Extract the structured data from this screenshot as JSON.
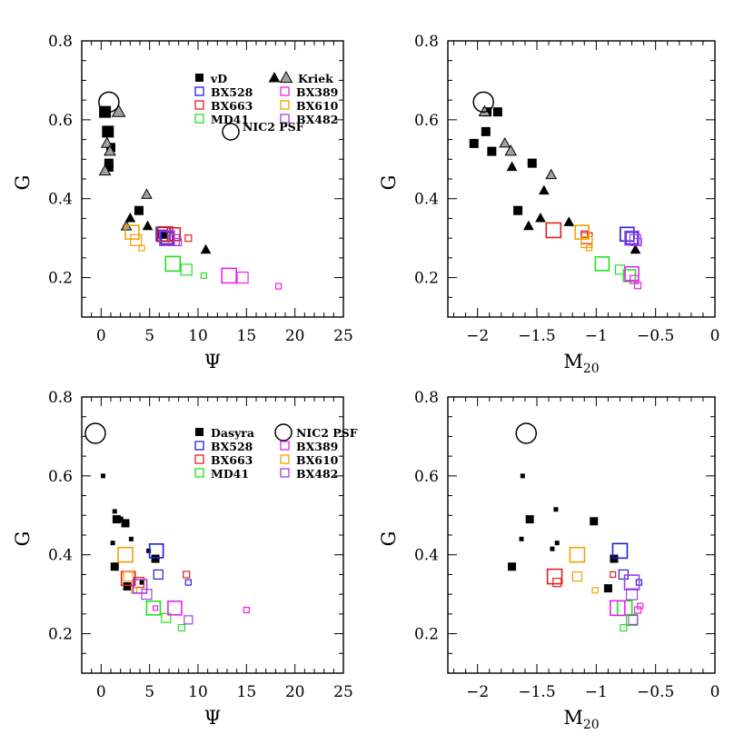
{
  "colors": {
    "vD": "#000000",
    "Dasyra": "#000000",
    "Kriek_filled": "#000000",
    "Kriek_grey": "#a0a0a0",
    "BX528": "#1f1fdc",
    "BX663": "#e02020",
    "MD41": "#20e020",
    "BX389": "#ee20ee",
    "BX610": "#f5a000",
    "BX482": "#a040e0"
  },
  "chart_data": [
    {
      "type": "scatter",
      "xlabel": "Ψ",
      "ylabel": "G",
      "xlim": [
        -2,
        25
      ],
      "ylim": [
        0.1,
        0.8
      ],
      "xticks": [
        0,
        5,
        10,
        15,
        20,
        25
      ],
      "yticks": [
        0.2,
        0.4,
        0.6,
        0.8
      ],
      "legend_position": "top-right",
      "legend": [
        "vD",
        "Kriek",
        "BX528",
        "BX389",
        "BX663",
        "BX610",
        "MD41",
        "BX482",
        "NIC2 PSF"
      ],
      "series": [
        {
          "name": "vD",
          "marker": "filled-square",
          "points": [
            [
              0.4,
              0.62
            ],
            [
              0.7,
              0.57
            ],
            [
              0.8,
              0.48
            ],
            [
              0.8,
              0.49
            ],
            [
              3.9,
              0.37
            ],
            [
              6.3,
              0.31
            ],
            [
              1.0,
              0.53
            ]
          ]
        },
        {
          "name": "Kriek",
          "marker": "triangle",
          "points": [
            [
              1.8,
              0.62
            ],
            [
              0.6,
              0.54
            ],
            [
              0.9,
              0.52
            ],
            [
              0.4,
              0.47
            ],
            [
              2.6,
              0.33
            ],
            [
              3.0,
              0.35
            ],
            [
              4.7,
              0.41
            ],
            [
              4.8,
              0.33
            ],
            [
              10.8,
              0.27
            ]
          ]
        },
        {
          "name": "BX528",
          "marker": "open-square",
          "points": [
            [
              6.4,
              0.31
            ],
            [
              6.8,
              0.3
            ]
          ]
        },
        {
          "name": "BX663",
          "marker": "open-square",
          "points": [
            [
              6.6,
              0.31
            ],
            [
              7.5,
              0.31
            ],
            [
              9.0,
              0.3
            ]
          ]
        },
        {
          "name": "MD41",
          "marker": "open-square",
          "points": [
            [
              7.4,
              0.235
            ],
            [
              8.8,
              0.22
            ],
            [
              10.6,
              0.205
            ]
          ]
        },
        {
          "name": "BX389",
          "marker": "open-square",
          "points": [
            [
              13.2,
              0.205
            ],
            [
              14.6,
              0.2
            ],
            [
              18.3,
              0.178
            ]
          ]
        },
        {
          "name": "BX610",
          "marker": "open-square",
          "points": [
            [
              3.2,
              0.315
            ],
            [
              3.6,
              0.295
            ],
            [
              4.2,
              0.275
            ]
          ]
        },
        {
          "name": "BX482",
          "marker": "open-square",
          "points": [
            [
              6.8,
              0.3
            ],
            [
              7.5,
              0.295
            ],
            [
              7.9,
              0.29
            ]
          ]
        },
        {
          "name": "NIC2 PSF",
          "marker": "open-circle",
          "points": [
            [
              0.8,
              0.645
            ]
          ]
        }
      ]
    },
    {
      "type": "scatter",
      "xlabel": "M20",
      "ylabel": "G",
      "xlim": [
        -2.25,
        0
      ],
      "ylim": [
        0.1,
        0.8
      ],
      "xticks": [
        -2,
        -1.5,
        -1,
        -0.5,
        0
      ],
      "yticks": [
        0.2,
        0.4,
        0.6,
        0.8
      ],
      "series": [
        {
          "name": "vD",
          "marker": "filled-square",
          "points": [
            [
              -2.03,
              0.54
            ],
            [
              -1.93,
              0.57
            ],
            [
              -1.83,
              0.62
            ],
            [
              -1.88,
              0.52
            ],
            [
              -1.54,
              0.49
            ],
            [
              -1.66,
              0.37
            ],
            [
              -1.92,
              0.62
            ]
          ]
        },
        {
          "name": "Kriek",
          "marker": "triangle",
          "points": [
            [
              -1.94,
              0.62
            ],
            [
              -1.77,
              0.54
            ],
            [
              -1.72,
              0.52
            ],
            [
              -1.71,
              0.48
            ],
            [
              -1.47,
              0.35
            ],
            [
              -1.57,
              0.33
            ],
            [
              -1.44,
              0.42
            ],
            [
              -1.23,
              0.34
            ],
            [
              -1.38,
              0.46
            ],
            [
              -0.67,
              0.27
            ]
          ]
        },
        {
          "name": "BX528",
          "marker": "open-square",
          "points": [
            [
              -0.74,
              0.31
            ],
            [
              -0.7,
              0.3
            ]
          ]
        },
        {
          "name": "BX663",
          "marker": "open-square",
          "points": [
            [
              -1.36,
              0.32
            ],
            [
              -1.1,
              0.31
            ],
            [
              -1.08,
              0.3
            ]
          ]
        },
        {
          "name": "MD41",
          "marker": "open-square",
          "points": [
            [
              -0.95,
              0.235
            ],
            [
              -0.8,
              0.22
            ],
            [
              -0.72,
              0.205
            ]
          ]
        },
        {
          "name": "BX389",
          "marker": "open-square",
          "points": [
            [
              -0.7,
              0.21
            ],
            [
              -0.68,
              0.195
            ],
            [
              -0.65,
              0.18
            ]
          ]
        },
        {
          "name": "BX610",
          "marker": "open-square",
          "points": [
            [
              -1.12,
              0.315
            ],
            [
              -1.08,
              0.29
            ],
            [
              -1.06,
              0.275
            ]
          ]
        },
        {
          "name": "BX482",
          "marker": "open-square",
          "points": [
            [
              -0.7,
              0.3
            ],
            [
              -0.67,
              0.295
            ],
            [
              -0.65,
              0.29
            ]
          ]
        },
        {
          "name": "NIC2 PSF",
          "marker": "open-circle",
          "points": [
            [
              -1.95,
              0.645
            ]
          ]
        }
      ]
    },
    {
      "type": "scatter",
      "xlabel": "Ψ",
      "ylabel": "G",
      "xlim": [
        -2,
        25
      ],
      "ylim": [
        0.1,
        0.8
      ],
      "xticks": [
        0,
        5,
        10,
        15,
        20,
        25
      ],
      "yticks": [
        0.2,
        0.4,
        0.6,
        0.8
      ],
      "legend_position": "top-right",
      "legend": [
        "Dasyra",
        "NIC2 PSF",
        "BX528",
        "BX389",
        "BX663",
        "BX610",
        "MD41",
        "BX482"
      ],
      "series": [
        {
          "name": "Dasyra",
          "marker": "filled-square",
          "points": [
            [
              0.2,
              0.6
            ],
            [
              1.4,
              0.51
            ],
            [
              1.6,
              0.49
            ],
            [
              2.0,
              0.49
            ],
            [
              2.5,
              0.48
            ],
            [
              1.2,
              0.43
            ],
            [
              3.1,
              0.44
            ],
            [
              4.9,
              0.41
            ],
            [
              5.6,
              0.39
            ],
            [
              1.4,
              0.37
            ],
            [
              2.7,
              0.32
            ],
            [
              4.2,
              0.33
            ]
          ]
        },
        {
          "name": "BX528",
          "marker": "open-square",
          "points": [
            [
              5.7,
              0.41
            ],
            [
              5.9,
              0.35
            ],
            [
              9.0,
              0.33
            ]
          ]
        },
        {
          "name": "BX663",
          "marker": "open-square",
          "points": [
            [
              2.8,
              0.34
            ],
            [
              3.9,
              0.33
            ],
            [
              8.8,
              0.35
            ]
          ]
        },
        {
          "name": "MD41",
          "marker": "open-square",
          "points": [
            [
              5.4,
              0.265
            ],
            [
              6.7,
              0.24
            ],
            [
              8.3,
              0.215
            ]
          ]
        },
        {
          "name": "BX389",
          "marker": "open-square",
          "points": [
            [
              7.6,
              0.265
            ],
            [
              15.0,
              0.26
            ],
            [
              5.6,
              0.265
            ]
          ]
        },
        {
          "name": "BX610",
          "marker": "open-square",
          "points": [
            [
              2.5,
              0.4
            ],
            [
              2.8,
              0.345
            ],
            [
              3.4,
              0.31
            ]
          ]
        },
        {
          "name": "BX482",
          "marker": "open-square",
          "points": [
            [
              4.0,
              0.32
            ],
            [
              4.7,
              0.3
            ],
            [
              9.0,
              0.235
            ]
          ]
        },
        {
          "name": "NIC2 PSF",
          "marker": "open-circle",
          "points": [
            [
              -0.6,
              0.708
            ]
          ]
        }
      ]
    },
    {
      "type": "scatter",
      "xlabel": "M20",
      "ylabel": "G",
      "xlim": [
        -2.25,
        0
      ],
      "ylim": [
        0.1,
        0.8
      ],
      "xticks": [
        -2,
        -1.5,
        -1,
        -0.5,
        0
      ],
      "yticks": [
        0.2,
        0.4,
        0.6,
        0.8
      ],
      "series": [
        {
          "name": "Dasyra",
          "marker": "filled-square",
          "points": [
            [
              -1.62,
              0.6
            ],
            [
              -1.34,
              0.515
            ],
            [
              -1.56,
              0.49
            ],
            [
              -1.02,
              0.485
            ],
            [
              -1.63,
              0.44
            ],
            [
              -1.33,
              0.43
            ],
            [
              -1.37,
              0.415
            ],
            [
              -0.85,
              0.39
            ],
            [
              -1.71,
              0.37
            ],
            [
              -0.9,
              0.315
            ]
          ]
        },
        {
          "name": "BX528",
          "marker": "open-square",
          "points": [
            [
              -0.8,
              0.41
            ],
            [
              -0.77,
              0.35
            ],
            [
              -0.64,
              0.33
            ]
          ]
        },
        {
          "name": "BX663",
          "marker": "open-square",
          "points": [
            [
              -1.35,
              0.345
            ],
            [
              -1.33,
              0.33
            ],
            [
              -0.86,
              0.35
            ]
          ]
        },
        {
          "name": "MD41",
          "marker": "open-square",
          "points": [
            [
              -0.76,
              0.265
            ],
            [
              -0.7,
              0.235
            ],
            [
              -0.77,
              0.215
            ]
          ]
        },
        {
          "name": "BX389",
          "marker": "open-square",
          "points": [
            [
              -0.82,
              0.265
            ],
            [
              -0.65,
              0.26
            ],
            [
              -0.63,
              0.27
            ]
          ]
        },
        {
          "name": "BX610",
          "marker": "open-square",
          "points": [
            [
              -1.16,
              0.4
            ],
            [
              -1.16,
              0.345
            ],
            [
              -1.01,
              0.31
            ]
          ]
        },
        {
          "name": "BX482",
          "marker": "open-square",
          "points": [
            [
              -0.7,
              0.33
            ],
            [
              -0.7,
              0.3
            ],
            [
              -0.69,
              0.235
            ]
          ]
        },
        {
          "name": "NIC2 PSF",
          "marker": "open-circle",
          "points": [
            [
              -1.59,
              0.708
            ]
          ]
        }
      ]
    }
  ]
}
